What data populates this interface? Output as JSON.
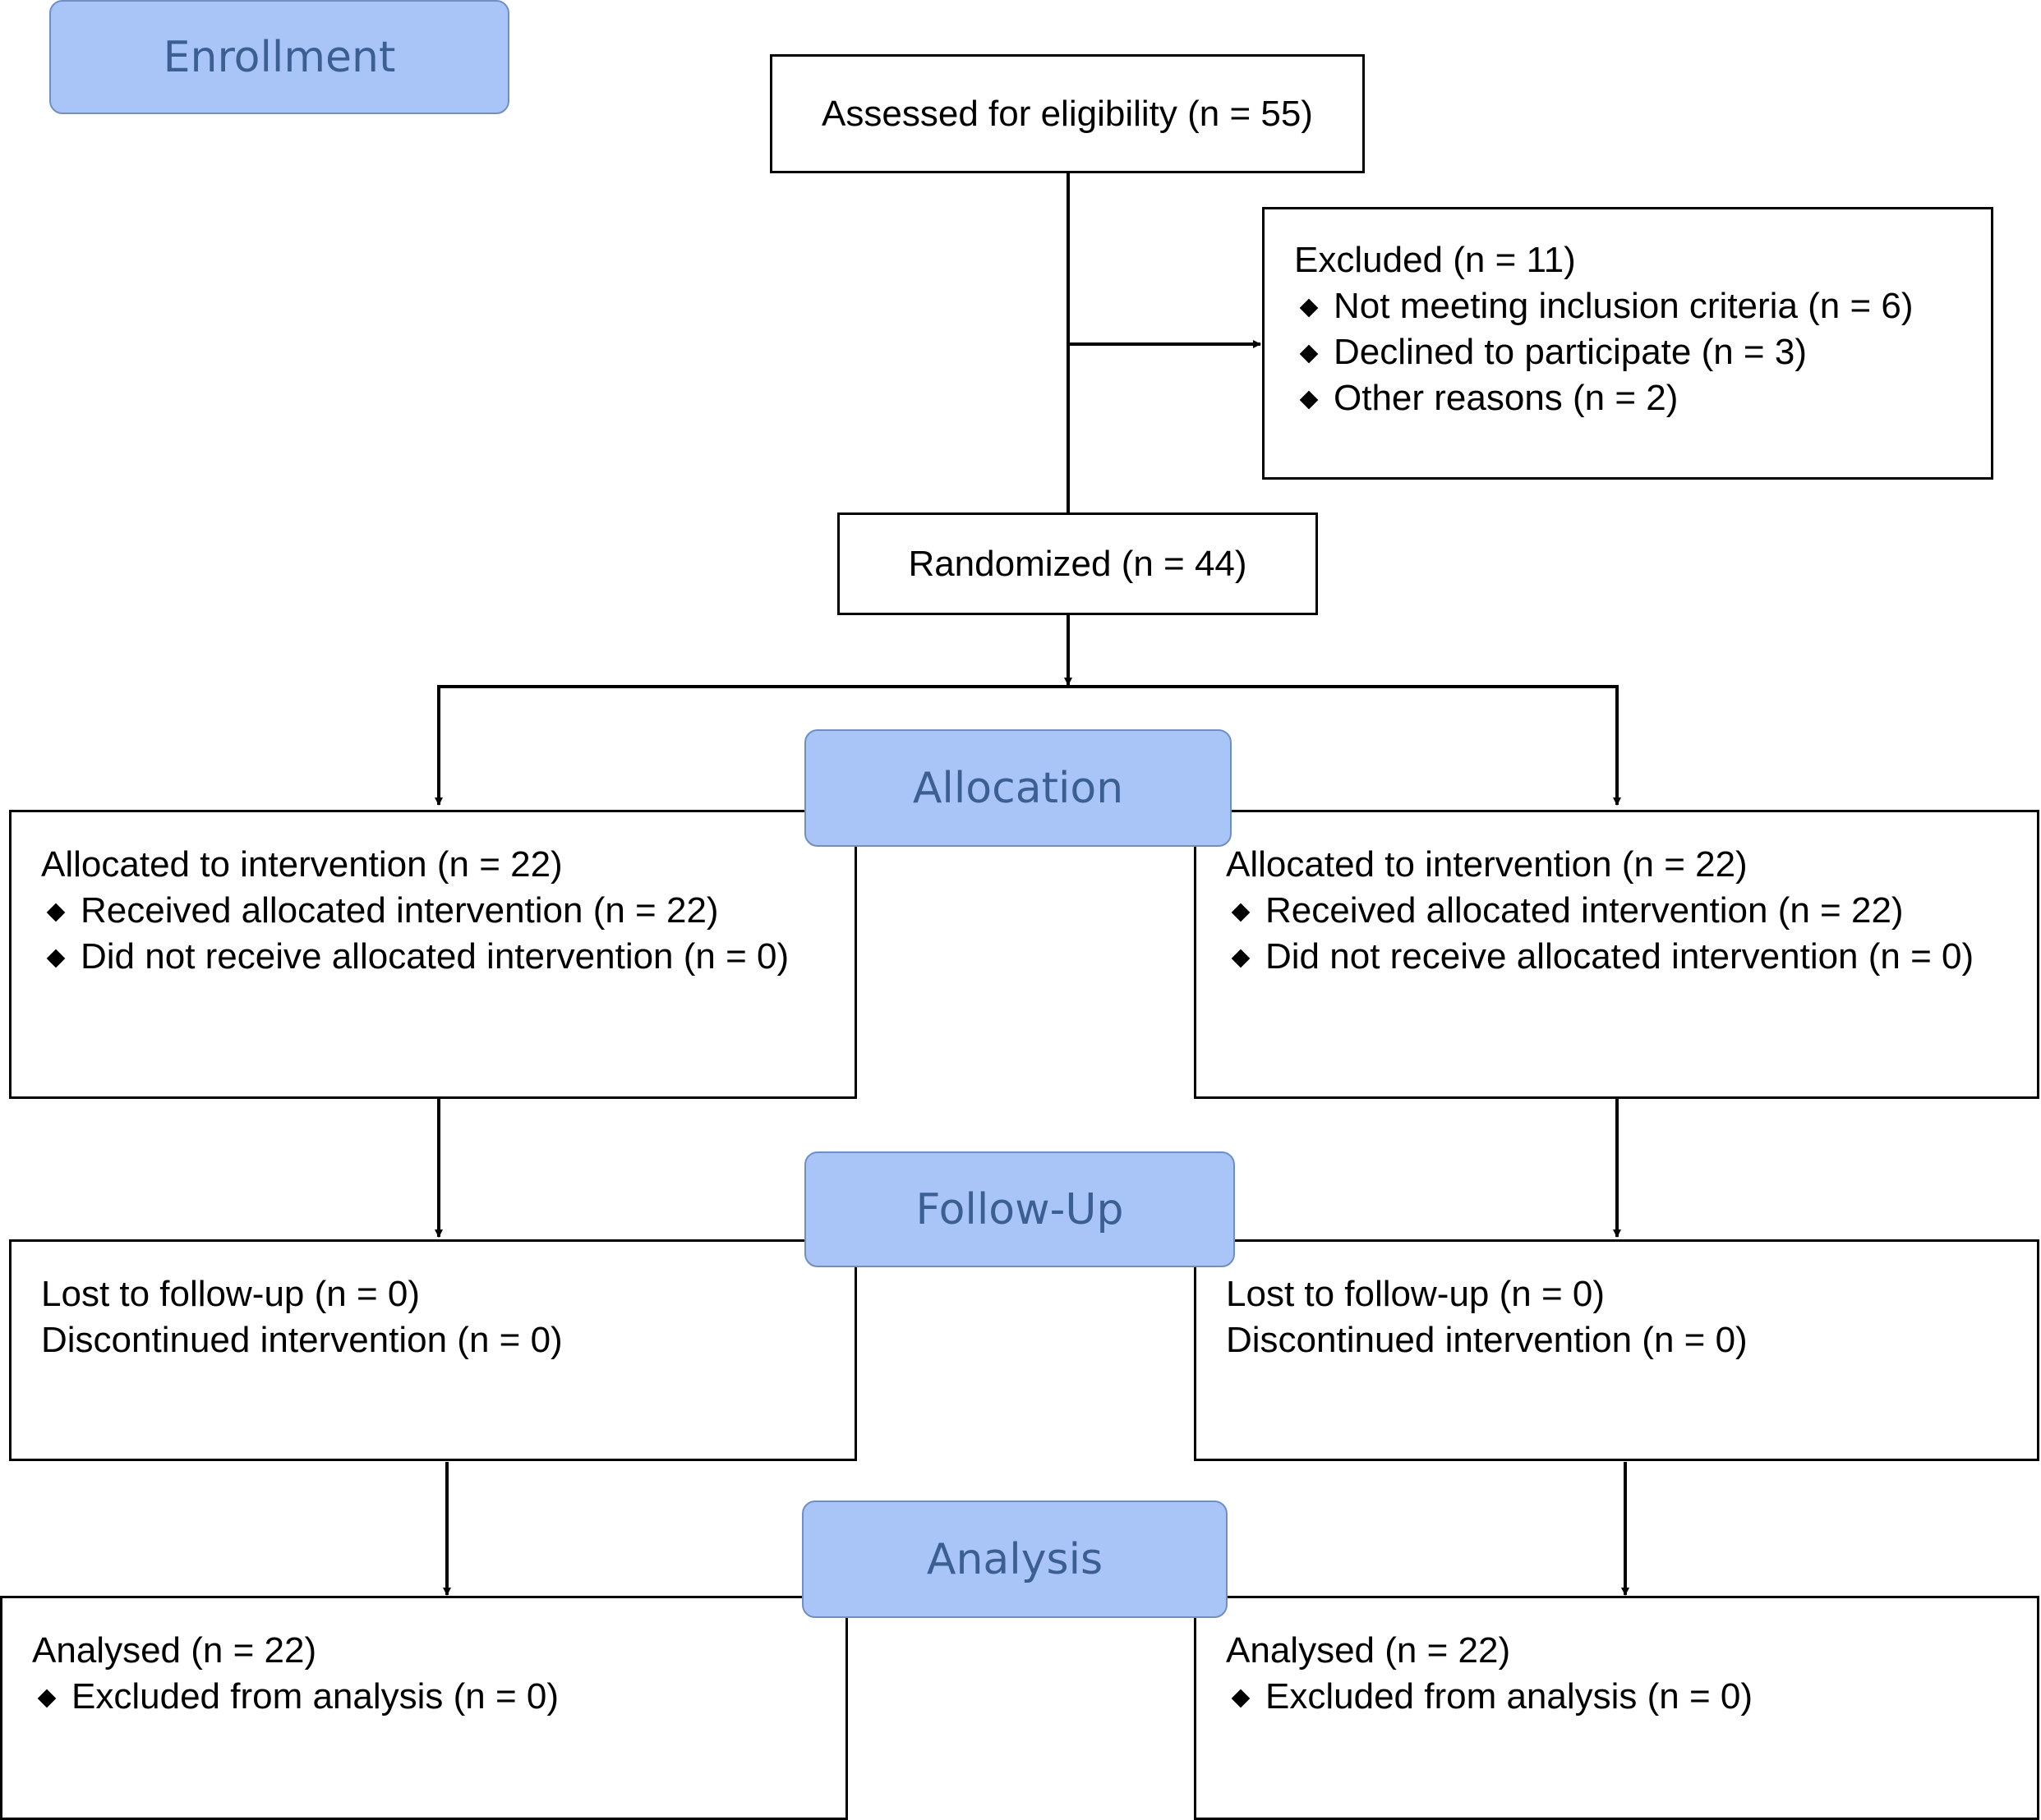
{
  "phases": {
    "enrollment": "Enrollment",
    "allocation": "Allocation",
    "follow_up": "Follow-Up",
    "analysis": "Analysis"
  },
  "assessed": "Assessed for eligibility (n = 55)",
  "excluded": {
    "title": "Excluded (n = 11)",
    "items": [
      "Not meeting inclusion criteria (n = 6)",
      "Declined to participate (n = 3)",
      "Other reasons (n = 2)"
    ]
  },
  "randomized": "Randomized (n = 44)",
  "arms": [
    {
      "allocation": {
        "title": "Allocated to intervention (n = 22)",
        "items": [
          "Received allocated intervention (n = 22)",
          "Did not receive allocated intervention (n = 0)"
        ]
      },
      "follow_up": {
        "lines": [
          "Lost to follow-up (n = 0)",
          "Discontinued intervention (n = 0)"
        ]
      },
      "analysis": {
        "title": "Analysed (n = 22)",
        "items": [
          "Excluded from analysis (n = 0)"
        ]
      }
    },
    {
      "allocation": {
        "title": "Allocated to intervention (n = 22)",
        "items": [
          "Received allocated intervention (n = 22)",
          "Did not receive allocated intervention (n = 0)"
        ]
      },
      "follow_up": {
        "lines": [
          "Lost to follow-up (n = 0)",
          "Discontinued intervention (n = 0)"
        ]
      },
      "analysis": {
        "title": "Analysed (n = 22)",
        "items": [
          "Excluded from analysis (n = 0)"
        ]
      }
    }
  ],
  "colors": {
    "phase_fill": "#a9c5f8",
    "phase_border": "#6f8fc4",
    "phase_text": "#3b5f93",
    "line": "#000000"
  }
}
